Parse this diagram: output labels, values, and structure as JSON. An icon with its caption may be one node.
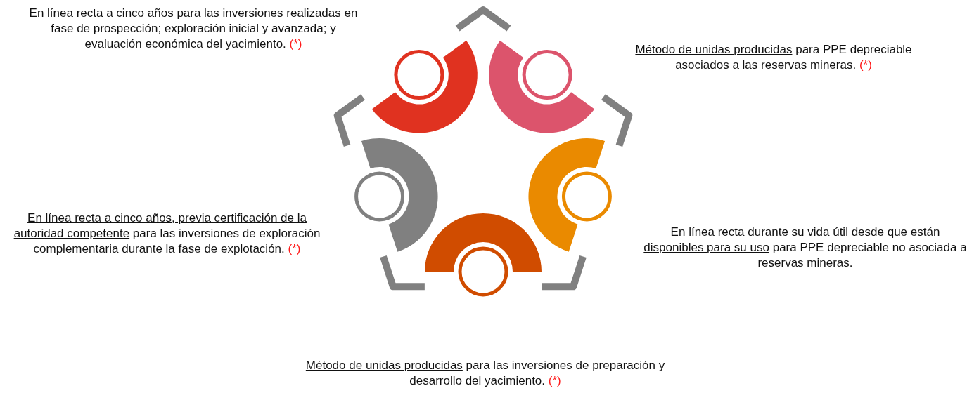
{
  "diagram": {
    "nodes": [
      {
        "text": [
          "En línea recta a cinco años",
          "para las inversiones realizadas en fase de prospección; exploración inicial y avanzada; y evaluación económica del yacimiento."
        ],
        "beside": [
          "(*)"
        ]
      },
      {
        "text": [
          "Método de unidas producidas",
          "para PPE depreciable asociados a las reservas mineras."
        ],
        "beside": [
          "(*)"
        ]
      },
      {
        "text": [
          "En línea recta a cinco años, previa certificación de la autoridad competente",
          "para las inversiones de exploración complementaria durante la fase de explotación."
        ],
        "beside": [
          "(*)"
        ]
      },
      {
        "text": [
          "En línea recta durante su vida útil desde que están disponibles para su uso",
          "para PPE depreciable no asociada a reservas mineras."
        ]
      },
      {
        "text": [
          "Método de unidas producidas",
          "para las inversiones de preparación y desarrollo del yacimiento."
        ],
        "beside": [
          "(*)"
        ]
      }
    ]
  }
}
